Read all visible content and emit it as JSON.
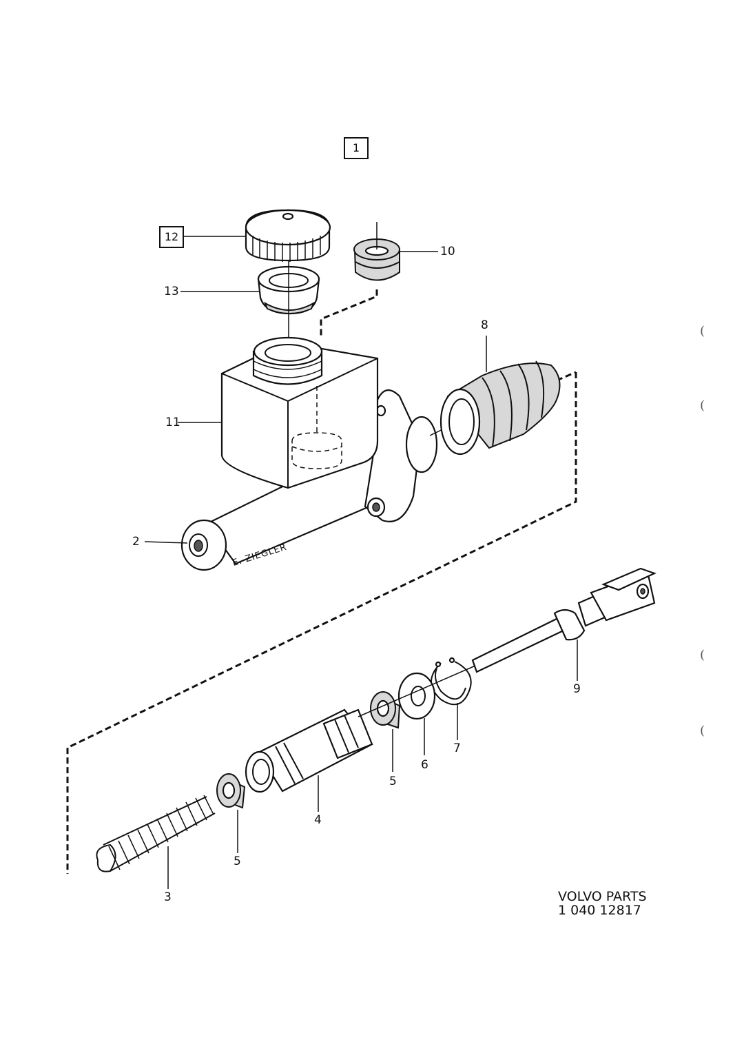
{
  "figure_ref": "1",
  "callouts": {
    "reservoir_cap": "12",
    "seal_13": "13",
    "plug_10": "10",
    "boot_8": "8",
    "reservoir_11": "11",
    "port_2": "2",
    "spring_3": "3",
    "seal_5_left": "5",
    "piston_4": "4",
    "seal_5_right": "5",
    "washer_6": "6",
    "circlip_7": "7",
    "pushrod_9": "9"
  },
  "artist_signature": "E. ZIEGLER",
  "footer": {
    "brand": "VOLVO PARTS",
    "part_number": "1 040 12817"
  },
  "margin_marks": [
    "(",
    "(",
    "(",
    "("
  ]
}
